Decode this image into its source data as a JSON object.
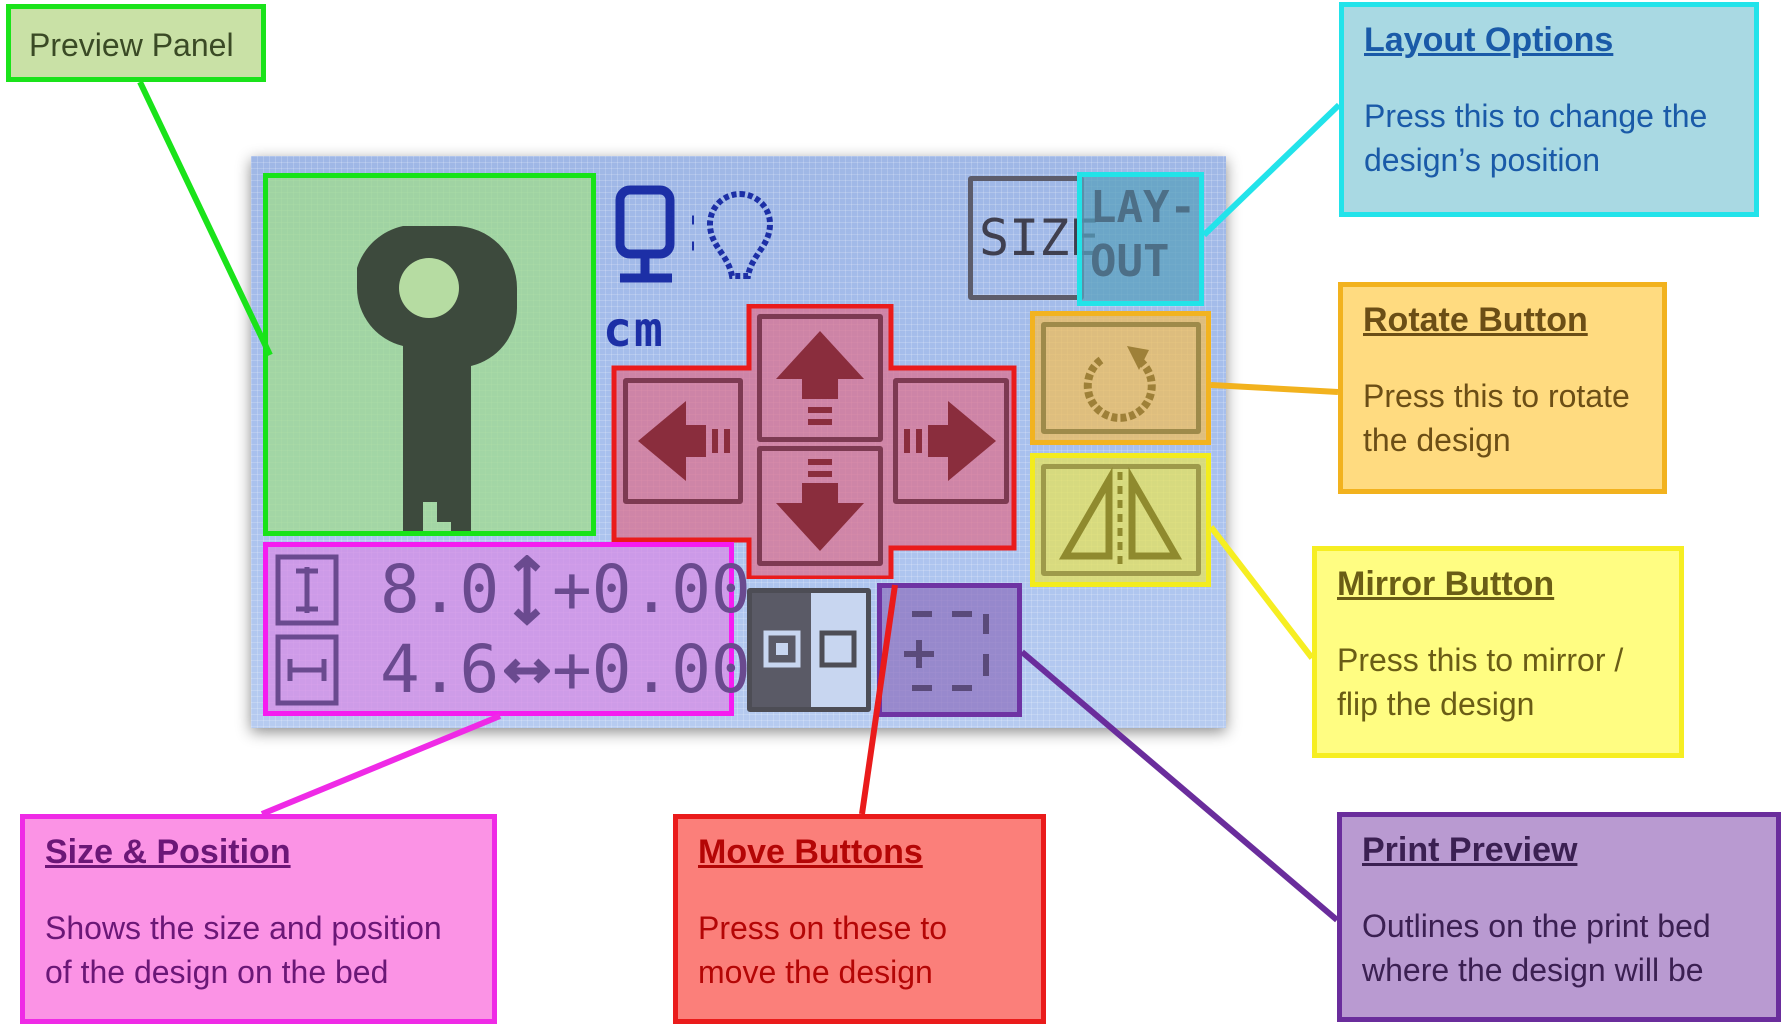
{
  "lcd": {
    "size_label": "SIZE",
    "layout_label": "LAY-\nOUT",
    "unit": "cm",
    "height_value": "8.0",
    "height_offset": "+0.00",
    "width_value": "4.6",
    "width_offset": "+0.00"
  },
  "callouts": {
    "preview": {
      "title": "Preview Panel"
    },
    "layout": {
      "title": "Layout Options",
      "desc": "Press this to change the design’s position"
    },
    "rotate": {
      "title": "Rotate Button",
      "desc": "Press this to rotate the design"
    },
    "mirror": {
      "title": "Mirror Button",
      "desc": "Press this to mirror / flip the design"
    },
    "size": {
      "title": "Size & Position",
      "desc": "Shows the size and position of the design on the bed"
    },
    "move": {
      "title": "Move Buttons",
      "desc": "Press on these to move the design"
    },
    "print": {
      "title": "Print Preview",
      "desc": "Outlines on the print bed where the design will be"
    }
  },
  "colors": {
    "green": "#1ae31a",
    "cyan": "#22e3ea",
    "orange": "#f2b21e",
    "yellow": "#f6ee22",
    "magenta": "#ef2ae6",
    "red": "#ea1b1b",
    "purple": "#6a2d9c",
    "lcd_ink": "#2c2f6f"
  }
}
